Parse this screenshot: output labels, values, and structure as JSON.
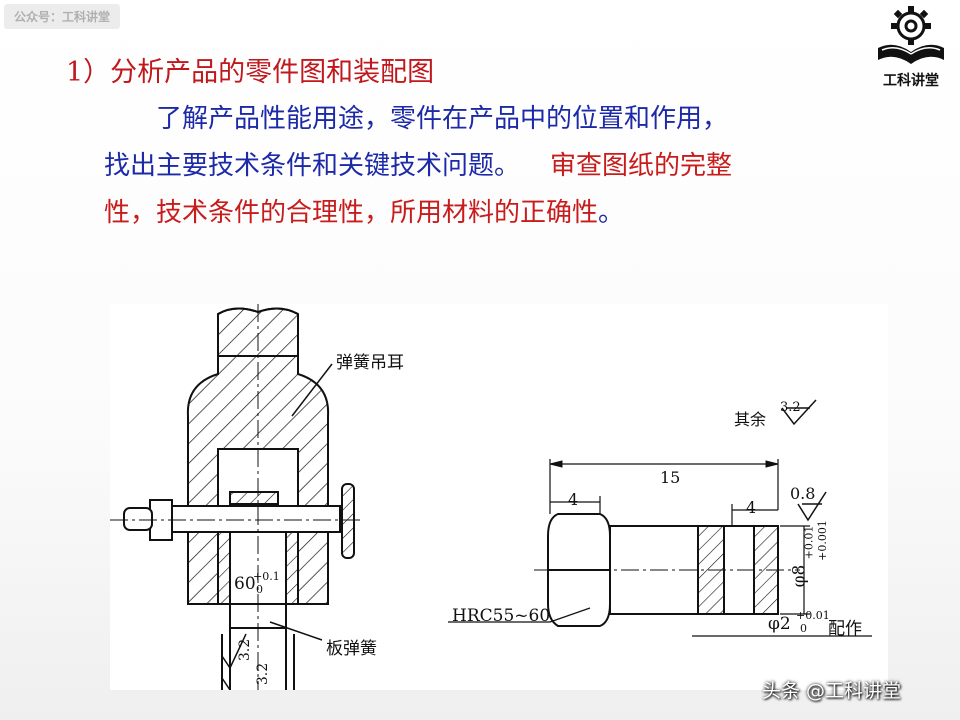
{
  "watermark_top": "公众号：工科讲堂",
  "logo": {
    "text": "工科讲堂",
    "icon": "gear-book-icon"
  },
  "heading": "1）分析产品的零件图和装配图",
  "paragraph": {
    "line1": "了解产品性能用途，零件在产品中的位置和作用，",
    "line2_blue": "找出主要技术条件和关键技术问题。",
    "line2_red": "审查图纸的完整",
    "line3_red": "性，技术条件的合理性，所用材料的正确性",
    "line3_end": "。"
  },
  "colors": {
    "heading": "#c0181d",
    "blue_text": "#1d2aa8",
    "red_text": "#c81c1c"
  },
  "figure": {
    "left_drawing": {
      "label_spring_ear": "弹簧吊耳",
      "label_leaf_spring": "板弹簧",
      "dimension_main": "60",
      "dimension_tol_upper": "+0.1",
      "dimension_tol_lower": "0",
      "roughness_1": "3.2",
      "roughness_2": "3.2"
    },
    "right_drawing": {
      "roughness_rest_label": "其余",
      "roughness_rest_value": "3.2",
      "dim_total": "15",
      "dim_left": "4",
      "dim_right": "4",
      "roughness_value": "0.8",
      "dia8_symbol": "φ8",
      "dia8_tol_upper": "+0.01",
      "dia8_tol_lower": "+0.001",
      "hardness": "HRC55~60",
      "dia2_symbol": "φ2",
      "dia2_tol_upper": "+0.01",
      "dia2_tol_lower": "0",
      "note": "配作"
    }
  },
  "watermark_bottom": "头条 @工科讲堂"
}
